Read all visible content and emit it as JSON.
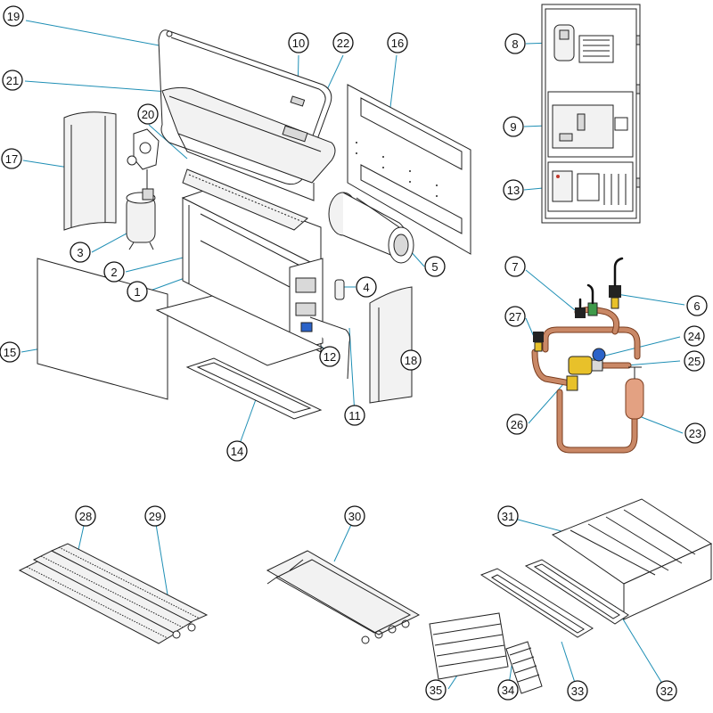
{
  "figure": {
    "callouts": [
      {
        "id": "19",
        "label": "19"
      },
      {
        "id": "10",
        "label": "10"
      },
      {
        "id": "22",
        "label": "22"
      },
      {
        "id": "16",
        "label": "16"
      },
      {
        "id": "21",
        "label": "21"
      },
      {
        "id": "20",
        "label": "20"
      },
      {
        "id": "17",
        "label": "17"
      },
      {
        "id": "3",
        "label": "3"
      },
      {
        "id": "2",
        "label": "2"
      },
      {
        "id": "1",
        "label": "1"
      },
      {
        "id": "5",
        "label": "5"
      },
      {
        "id": "4",
        "label": "4"
      },
      {
        "id": "15",
        "label": "15"
      },
      {
        "id": "12",
        "label": "12"
      },
      {
        "id": "18",
        "label": "18"
      },
      {
        "id": "11",
        "label": "11"
      },
      {
        "id": "14",
        "label": "14"
      },
      {
        "id": "8",
        "label": "8"
      },
      {
        "id": "9",
        "label": "9"
      },
      {
        "id": "13",
        "label": "13"
      },
      {
        "id": "7",
        "label": "7"
      },
      {
        "id": "6",
        "label": "6"
      },
      {
        "id": "27",
        "label": "27"
      },
      {
        "id": "24",
        "label": "24"
      },
      {
        "id": "25",
        "label": "25"
      },
      {
        "id": "26",
        "label": "26"
      },
      {
        "id": "23",
        "label": "23"
      },
      {
        "id": "28",
        "label": "28"
      },
      {
        "id": "29",
        "label": "29"
      },
      {
        "id": "30",
        "label": "30"
      },
      {
        "id": "31",
        "label": "31"
      },
      {
        "id": "35",
        "label": "35"
      },
      {
        "id": "34",
        "label": "34"
      },
      {
        "id": "33",
        "label": "33"
      },
      {
        "id": "32",
        "label": "32"
      }
    ],
    "colors": {
      "leader_line": "#1f8fb5",
      "outline": "#222222",
      "copper": "#e3a182",
      "copper_dark": "#7a3d1f",
      "component_green": "#3f9a4a",
      "component_yellow": "#e8c12a",
      "component_blue": "#2b63c9"
    }
  }
}
